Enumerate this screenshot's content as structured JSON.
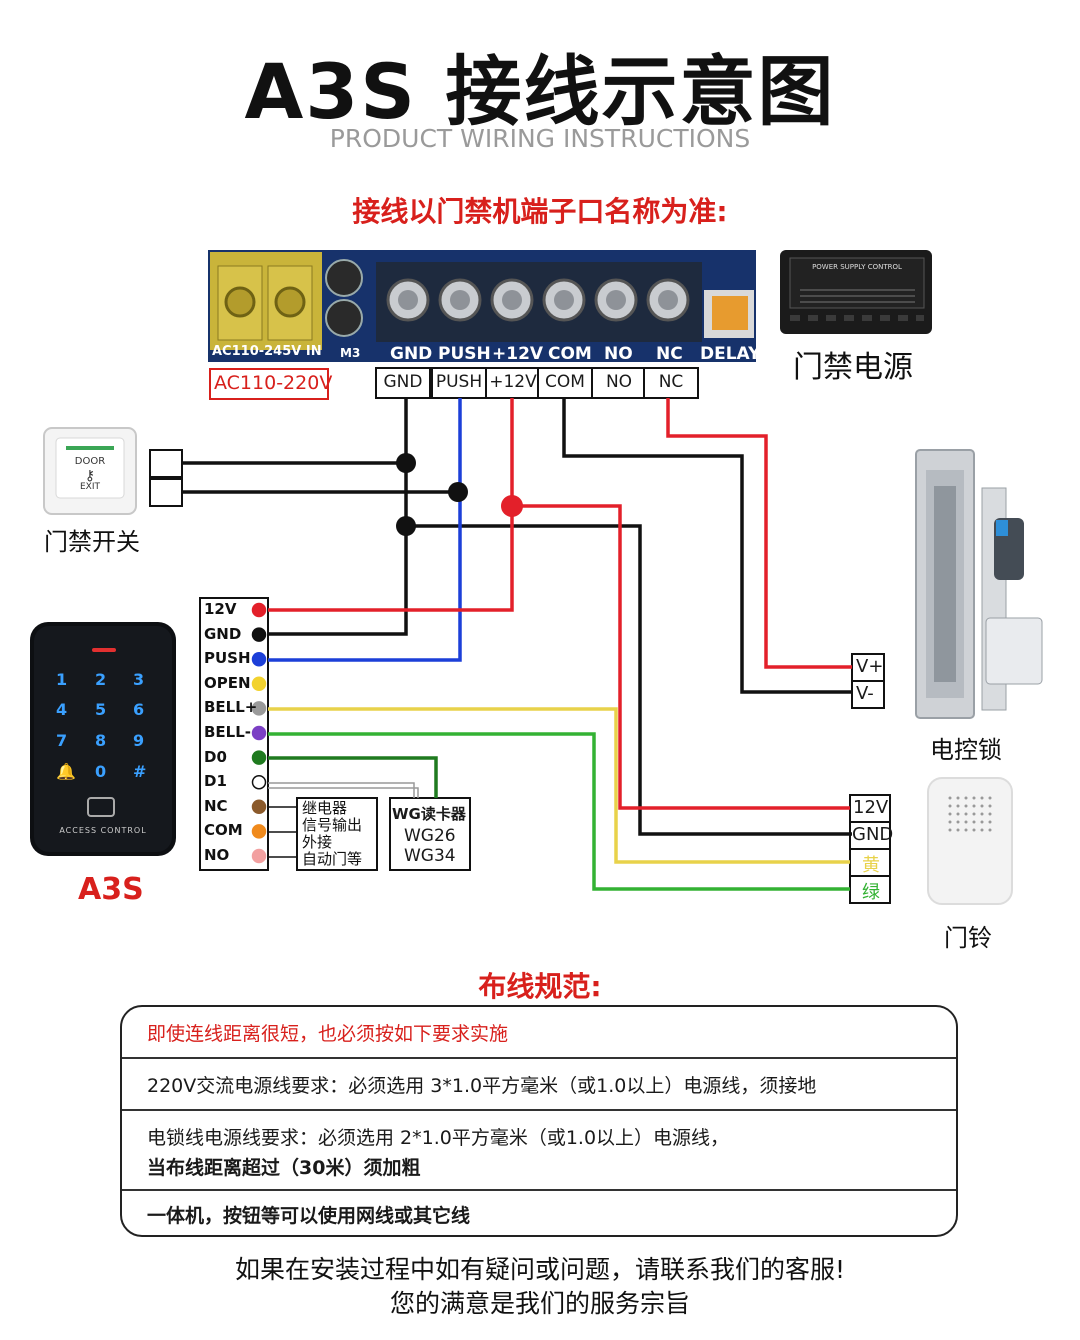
{
  "header": {
    "title": "A3S 接线示意图",
    "subtitle": "PRODUCT WIRING INSTRUCTIONS",
    "note": "接线以门禁机端子口名称为准:"
  },
  "colors": {
    "red_accent": "#d8201c",
    "wire_red": "#e3202a",
    "wire_blue": "#1c3fd8",
    "wire_black": "#111111",
    "wire_yellow": "#e8d24a",
    "wire_green": "#33b233",
    "board_blue": "#17326b"
  },
  "board": {
    "printed_labels": [
      "GND",
      "PUSH",
      "+12V",
      "COM",
      "NO",
      "NC",
      "DELAY"
    ],
    "input_label": "AC110-245V IN",
    "m3": "M3",
    "power_input_tag": "AC110-220V",
    "terminals": [
      "GND",
      "PUSH",
      "+12V",
      "COM",
      "NO",
      "NC"
    ]
  },
  "power_supply": {
    "label": "门禁电源",
    "printed_name": "POWER SUPPLY CONTROL"
  },
  "exit_button": {
    "label": "门禁开关",
    "text_top": "DOOR",
    "text_bottom": "EXIT"
  },
  "keypad": {
    "keys": [
      "1",
      "2",
      "3",
      "4",
      "5",
      "6",
      "7",
      "8",
      "9",
      "🔔",
      "0",
      "#"
    ],
    "brand": "ACCESS CONTROL",
    "model": "A3S"
  },
  "pins": [
    {
      "name": "12V",
      "color": "#e3202a"
    },
    {
      "name": "GND",
      "color": "#111111"
    },
    {
      "name": "PUSH",
      "color": "#1c3fd8"
    },
    {
      "name": "OPEN",
      "color": "#f2d22e"
    },
    {
      "name": "BELL+",
      "color": "#9a9a9a"
    },
    {
      "name": "BELL-",
      "color": "#7b3fc4"
    },
    {
      "name": "D0",
      "color": "#1f7a1f"
    },
    {
      "name": "D1",
      "color": "#ffffff"
    },
    {
      "name": "NC",
      "color": "#8b5a2b"
    },
    {
      "name": "COM",
      "color": "#f08a1c"
    },
    {
      "name": "NO",
      "color": "#f2a0a0"
    }
  ],
  "relay_box": {
    "lines": [
      "继电器",
      "信号输出",
      "外接",
      "自动门等"
    ]
  },
  "wg_box": {
    "lines": [
      "WG读卡器",
      "WG26",
      "WG34"
    ]
  },
  "lock": {
    "label": "电控锁",
    "terminals": [
      "V+",
      "V-"
    ]
  },
  "bell": {
    "label": "门铃",
    "terminals": [
      "12V",
      "GND",
      "黄",
      "绿"
    ]
  },
  "rules": {
    "title": "布线规范:",
    "items": [
      "即使连线距离很短，也必须按如下要求实施",
      "220V交流电源线要求：必须选用 3*1.0平方毫米（或1.0以上）电源线，须接地",
      "电锁线电源线要求：必须选用 2*1.0平方毫米（或1.0以上）电源线，",
      "当布线距离超过（30米）须加粗",
      "一体机，按钮等可以使用网线或其它线"
    ]
  },
  "footer": {
    "line1": "如果在安装过程中如有疑问或问题，请联系我们的客服!",
    "line2": "您的满意是我们的服务宗旨"
  }
}
